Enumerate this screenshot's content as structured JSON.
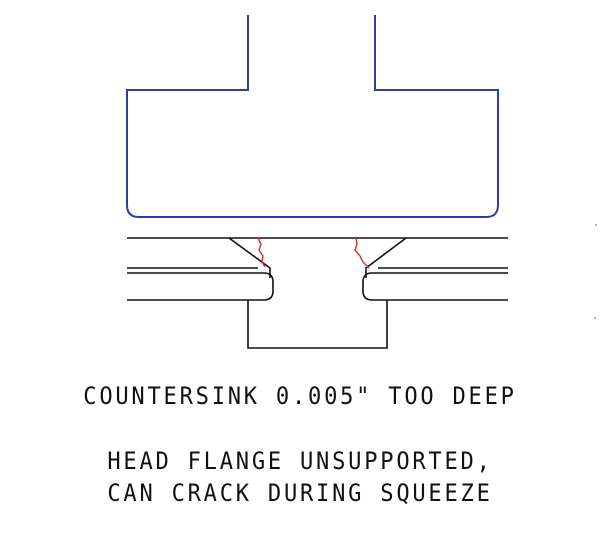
{
  "caption": {
    "title": "COUNTERSINK 0.005\" TOO DEEP",
    "note_line1": "HEAD FLANGE UNSUPPORTED,",
    "note_line2": "CAN CRACK DURING SQUEEZE"
  },
  "colors": {
    "bucking_tool_outline": "#2b3f9e",
    "crack": "#c0392b",
    "part_outline": "#111111"
  }
}
